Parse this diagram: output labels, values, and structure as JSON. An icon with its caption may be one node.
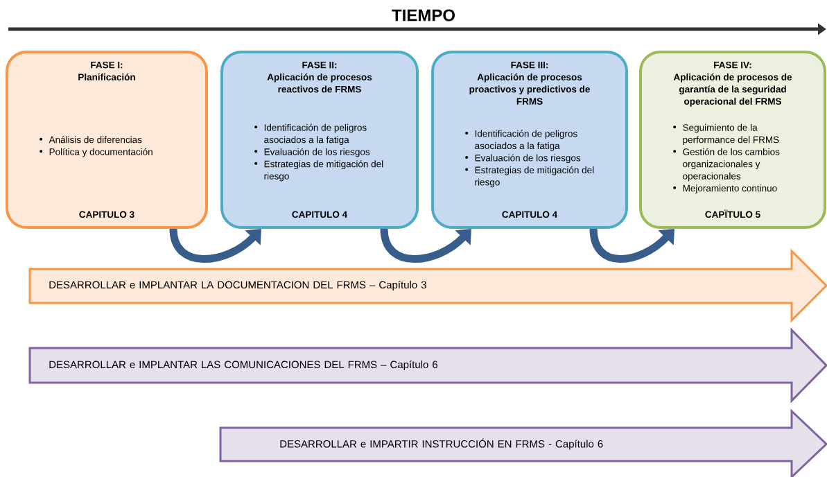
{
  "diagram": {
    "title": "TIEMPO",
    "nodes": [
      {
        "text": [
          "FASE I:",
          "Planificación",
          "Análisis de diferencias",
          "Política y documentación",
          "CAPITULO 3"
        ]
      },
      {
        "text": [
          "FASE II:",
          "Aplicación de procesos reactivos de FRMS",
          "Identificación de peligros asociados a la fatiga",
          "Evaluación de los riesgos",
          "Estrategias de mitigación del riesgo",
          "CAPITULO 4"
        ]
      },
      {
        "text": [
          "FASE III:",
          "Aplicación de procesos proactivos y predictivos de FRMS",
          "Identificación de peligros asociados a la fatiga",
          "Evaluación de los riesgos",
          "Estrategias de mitigación del riesgo",
          "CAPITULO 4"
        ]
      },
      {
        "text": [
          "FASE IV:",
          "Aplicación de procesos de garantía de la seguridad operacional del FRMS",
          "Seguimiento de la performance del FRMS",
          "Gestión de los cambios organizacionales y operacionales",
          "Mejoramiento continuo",
          "CAPÏTULO 5"
        ]
      },
      {
        "text": [
          "DESARROLLAR e IMPLANTAR LA DOCUMENTACION DEL FRMS – Capítulo 3"
        ]
      },
      {
        "text": [
          "DESARROLLAR e IMPLANTAR LAS COMUNICACIONES DEL FRMS – Capítulo 6"
        ]
      },
      {
        "text": [
          "DESARROLLAR e IMPARTIR INSTRUCCIÓN EN FRMS - Capítulo 6"
        ]
      }
    ],
    "edges": [
      {
        "from": 0,
        "to": 1,
        "arrow": "to"
      },
      {
        "from": 1,
        "to": 2,
        "arrow": "to"
      },
      {
        "from": 2,
        "to": 3,
        "arrow": "to"
      }
    ]
  }
}
